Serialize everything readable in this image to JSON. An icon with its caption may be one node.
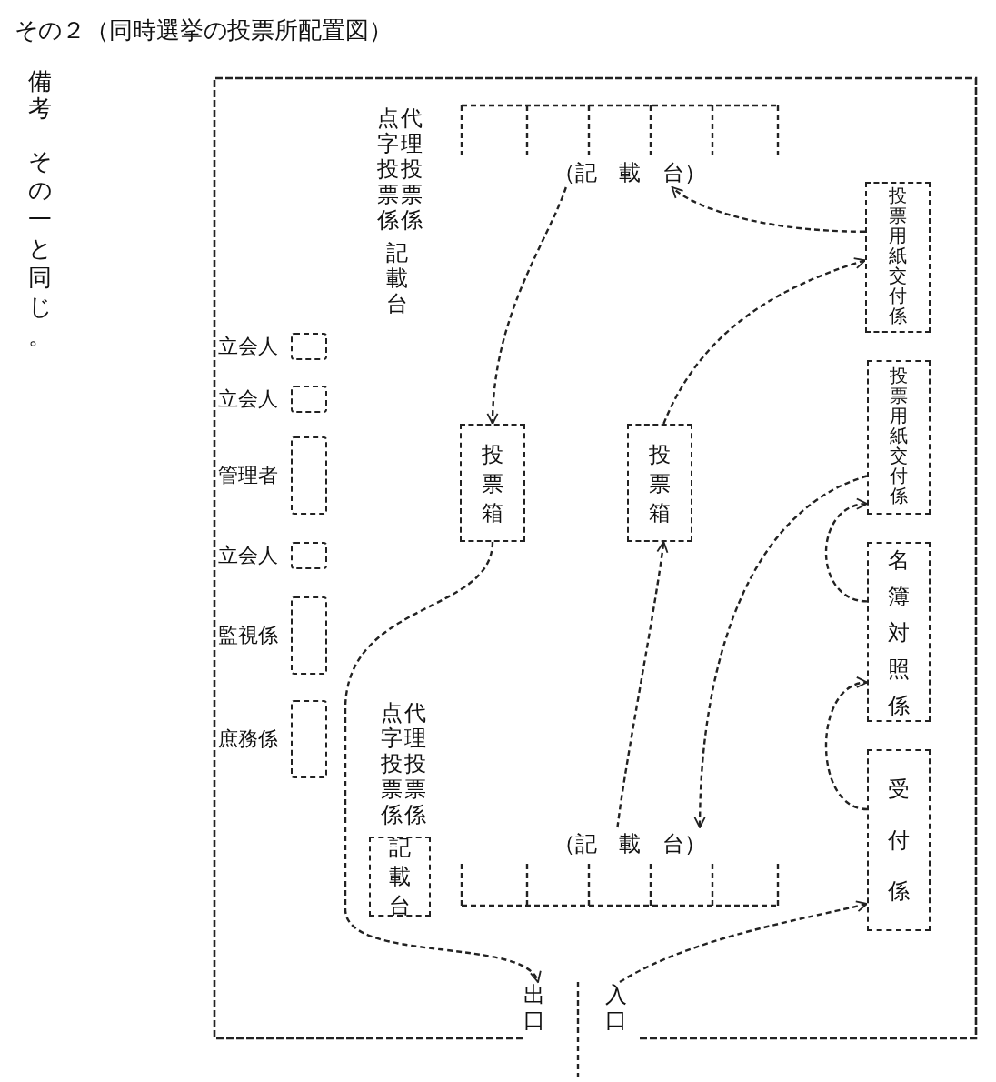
{
  "diagram": {
    "title": "その２（同時選挙の投票所配置図）",
    "nodes": [
      {
        "text": [
          "（記　載　台）"
        ]
      },
      {
        "text": [
          "点字投票係",
          "代理投票係"
        ]
      },
      {
        "text": [
          "投票用紙交付係"
        ]
      },
      {
        "text": [
          "投票箱"
        ]
      },
      {
        "text": [
          "投票箱"
        ]
      },
      {
        "text": [
          "投票用紙交付係"
        ]
      },
      {
        "text": [
          "名簿対照係"
        ]
      },
      {
        "text": [
          "受付係"
        ]
      },
      {
        "text": [
          "点字投票係",
          "代理投票係"
        ]
      },
      {
        "text": [
          "記載台"
        ]
      },
      {
        "text": [
          "（記　載　台）"
        ]
      },
      {
        "text": [
          "出口"
        ]
      },
      {
        "text": [
          "入口"
        ]
      },
      {
        "text": [
          "立会人"
        ]
      },
      {
        "text": [
          "立会人"
        ]
      },
      {
        "text": [
          "管理者"
        ]
      },
      {
        "text": [
          "立会人"
        ]
      },
      {
        "text": [
          "監視係"
        ]
      },
      {
        "text": [
          "庶務係"
        ]
      }
    ],
    "edges": [
      {
        "from": 12,
        "to": 7,
        "arrow": "to"
      },
      {
        "from": 7,
        "to": 6,
        "arrow": "to"
      },
      {
        "from": 6,
        "to": 5,
        "arrow": "to"
      },
      {
        "from": 5,
        "to": 10,
        "arrow": "to"
      },
      {
        "from": 10,
        "to": 4,
        "arrow": "to"
      },
      {
        "from": 4,
        "to": 2,
        "arrow": "to"
      },
      {
        "from": 2,
        "to": 0,
        "arrow": "to"
      },
      {
        "from": 0,
        "to": 3,
        "arrow": "to"
      },
      {
        "from": 3,
        "to": 11,
        "arrow": "to"
      }
    ],
    "labels": [
      "備考",
      "その一と同じ。",
      "記載台"
    ]
  }
}
